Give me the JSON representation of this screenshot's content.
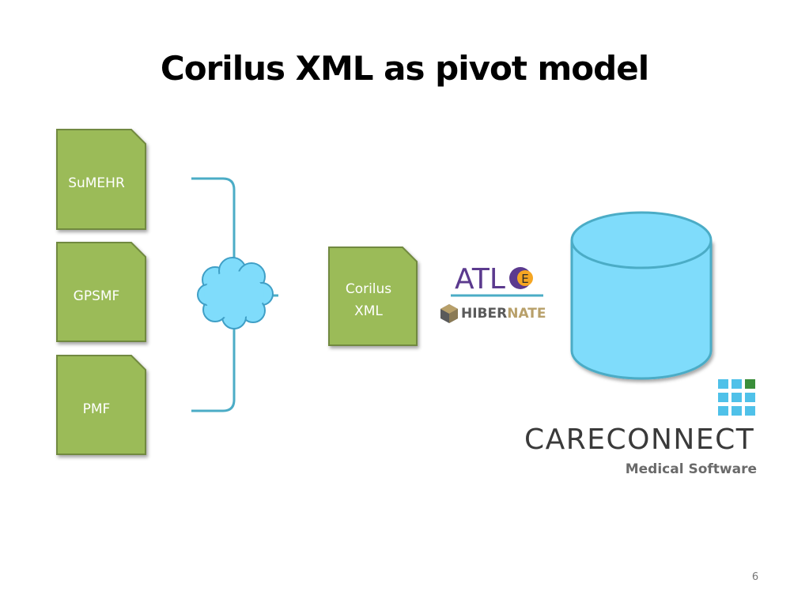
{
  "slide": {
    "title": "Corilus XML as pivot model",
    "page_number": "6"
  },
  "sources": [
    {
      "label": "SuMEHR"
    },
    {
      "label": "GPSMF"
    },
    {
      "label": "PMF"
    }
  ],
  "pivot": {
    "label_line1": "Corilus",
    "label_line2": "XML"
  },
  "tools": {
    "atl_text": "ATL",
    "atl_badge": "E",
    "hibernate_part1": "HIBER",
    "hibernate_part2": "NATE"
  },
  "brand": {
    "name": "CARECONNECT",
    "tagline": "Medical Software"
  },
  "colors": {
    "doc_fill": "#9bbb59",
    "doc_stroke": "#71893f",
    "connector": "#4bacc6",
    "cloud_fill": "#7fdcfb",
    "cloud_stroke": "#3f9fc6",
    "database_fill": "#7fdcfb",
    "database_stroke": "#4bacc6",
    "atl_purple": "#5b3a8e",
    "atl_orange": "#f5a623",
    "hibernate_gray": "#5a5a5a",
    "hibernate_gold": "#b8a06a",
    "grid_blue": "#4fc1e9",
    "grid_green": "#3a8e3a"
  },
  "icons": {
    "cloud": "cloud-icon",
    "database": "database-icon",
    "hibernate": "hibernate-icon",
    "careconnect": "grid-logo-icon"
  }
}
